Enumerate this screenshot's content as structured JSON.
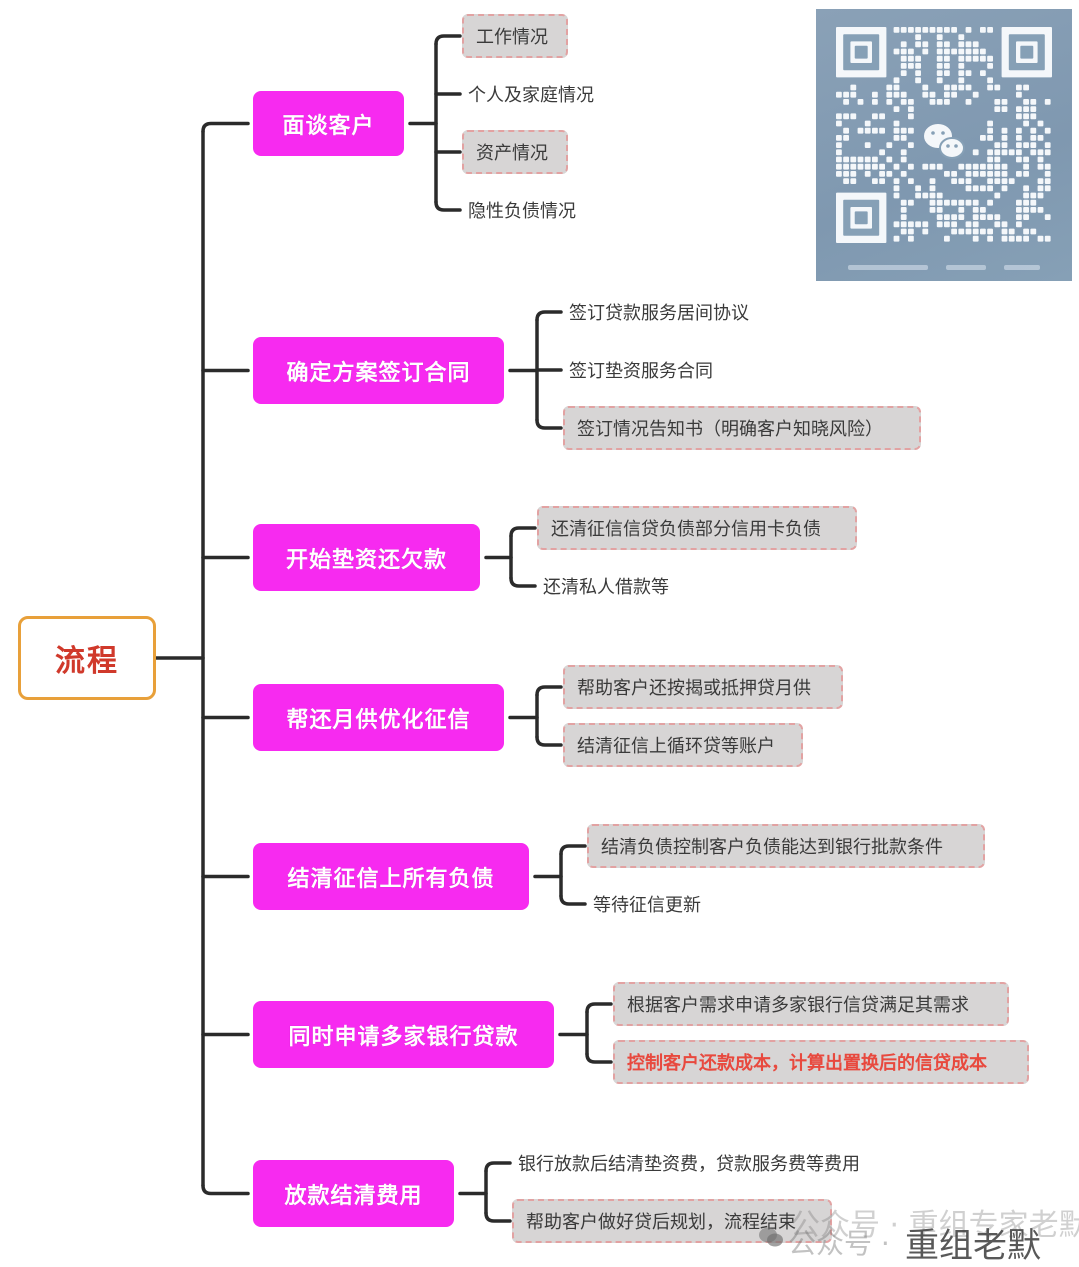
{
  "diagram": {
    "type": "mind-map",
    "root": {
      "label": "流程"
    },
    "branches": [
      {
        "label": "面谈客户",
        "children": [
          {
            "label": "工作情况",
            "boxed": true,
            "highlight": false
          },
          {
            "label": "个人及家庭情况",
            "boxed": false,
            "highlight": false
          },
          {
            "label": "资产情况",
            "boxed": true,
            "highlight": false
          },
          {
            "label": "隐性负债情况",
            "boxed": false,
            "highlight": false
          }
        ]
      },
      {
        "label": "确定方案签订合同",
        "children": [
          {
            "label": "签订贷款服务居间协议",
            "boxed": false,
            "highlight": false
          },
          {
            "label": "签订垫资服务合同",
            "boxed": false,
            "highlight": false
          },
          {
            "label": "签订情况告知书（明确客户知晓风险）",
            "boxed": true,
            "highlight": false
          }
        ]
      },
      {
        "label": "开始垫资还欠款",
        "children": [
          {
            "label": "还清征信信贷负债部分信用卡负债",
            "boxed": true,
            "highlight": false
          },
          {
            "label": "还清私人借款等",
            "boxed": false,
            "highlight": false
          }
        ]
      },
      {
        "label": "帮还月供优化征信",
        "children": [
          {
            "label": "帮助客户还按揭或抵押贷月供",
            "boxed": true,
            "highlight": false
          },
          {
            "label": "结清征信上循环贷等账户",
            "boxed": true,
            "highlight": false
          }
        ]
      },
      {
        "label": "结清征信上所有负债",
        "children": [
          {
            "label": "结清负债控制客户负债能达到银行批款条件",
            "boxed": true,
            "highlight": false
          },
          {
            "label": "等待征信更新",
            "boxed": false,
            "highlight": false
          }
        ]
      },
      {
        "label": "同时申请多家银行贷款",
        "children": [
          {
            "label": "根据客户需求申请多家银行信贷满足其需求",
            "boxed": true,
            "highlight": false
          },
          {
            "label": "控制客户还款成本，计算出置换后的信贷成本",
            "boxed": true,
            "highlight": true
          }
        ]
      },
      {
        "label": "放款结清费用",
        "children": [
          {
            "label": "银行放款后结清垫资费，贷款服务费等费用",
            "boxed": false,
            "highlight": false
          },
          {
            "label": "帮助客户做好贷后规划，流程结束",
            "boxed": true,
            "highlight": false
          }
        ]
      }
    ]
  },
  "qr_code": {
    "icon": "wechat-icon",
    "caption_legible": false
  },
  "watermarks": {
    "light": "公众号 · 重组专家老默",
    "prefix": "公众号 ·",
    "dark": "重组老默",
    "icon": "wechat-icon"
  },
  "colors": {
    "root_border": "#e8a03a",
    "root_text": "#d0392b",
    "main_node": "#f72af0",
    "main_text": "#ffffff",
    "leaf_box_bg": "#d7d5d5",
    "leaf_box_border": "#e2a2a2",
    "leaf_text": "#3a3a3a",
    "highlight_text": "#e8493e",
    "connector": "#2b2b2b",
    "qr_bg": "#86a0b6"
  }
}
